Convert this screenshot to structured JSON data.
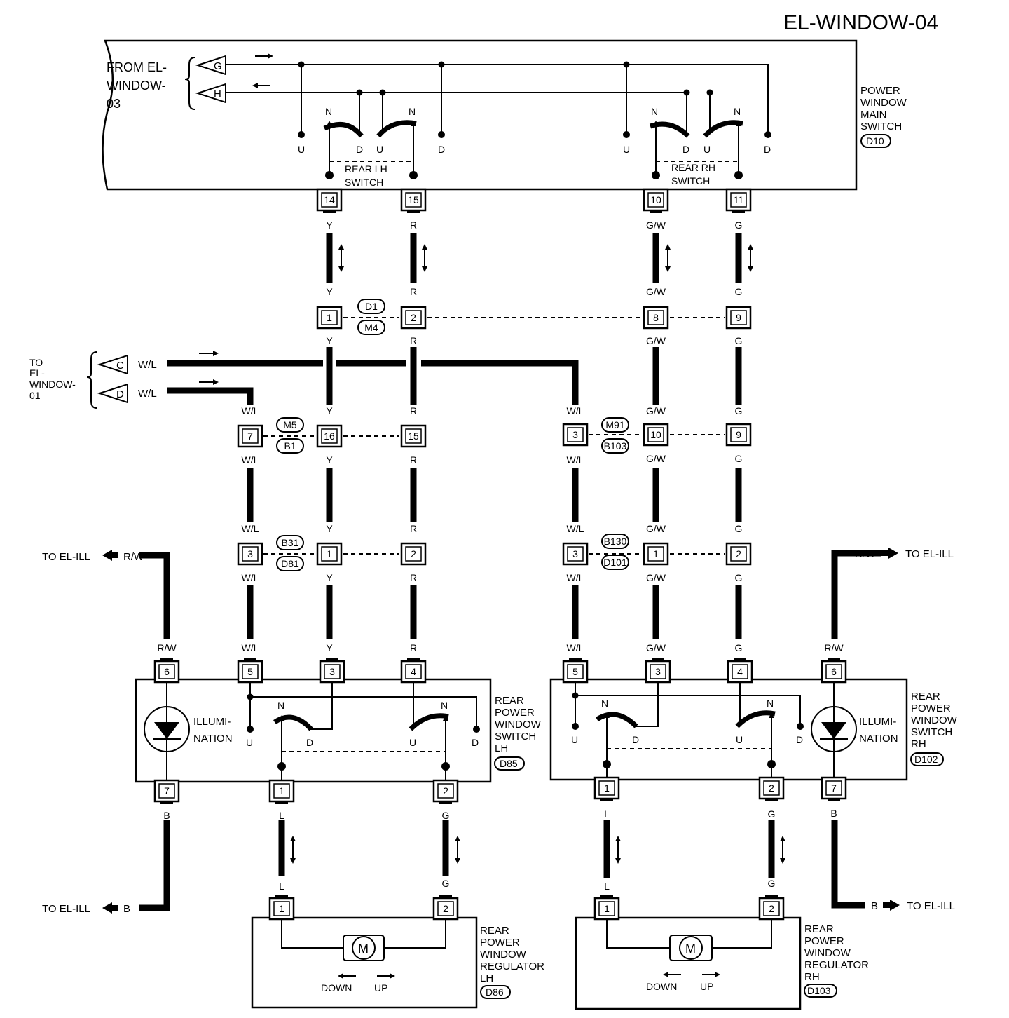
{
  "title": "EL-WINDOW-04",
  "main_switch": {
    "from_label": [
      "FROM EL-",
      "WINDOW-",
      "03"
    ],
    "terminals": [
      "G",
      "H"
    ],
    "name": [
      "POWER",
      "WINDOW",
      "MAIN",
      "SWITCH"
    ],
    "connector": "D10",
    "left_switch_label": [
      "REAR LH",
      "SWITCH"
    ],
    "right_switch_label": [
      "REAR RH",
      "SWITCH"
    ],
    "pins": [
      "14",
      "15",
      "10",
      "11"
    ]
  },
  "switch_positions": {
    "neutral": "N",
    "up": "U",
    "down": "D"
  },
  "wire_colors": {
    "yellow": "Y",
    "red": "R",
    "green_white": "G/W",
    "green": "G",
    "white_blue": "W/L",
    "red_white": "R/W",
    "black": "B",
    "blue": "L"
  },
  "to_window01": {
    "label": [
      "TO",
      "EL-",
      "WINDOW-",
      "01"
    ],
    "terminals": [
      "C",
      "D"
    ],
    "wire": "W/L"
  },
  "joint_connectors": {
    "d1_m4": {
      "top": "D1",
      "bottom": "M4",
      "pins": [
        "1",
        "2",
        "8",
        "9"
      ]
    },
    "m5_b1": {
      "top": "M5",
      "bottom": "B1",
      "pins": [
        "7",
        "16",
        "15"
      ]
    },
    "m91_b103": {
      "top": "M91",
      "bottom": "B103",
      "pins": [
        "3",
        "10",
        "9"
      ]
    },
    "b31_d81": {
      "top": "B31",
      "bottom": "D81",
      "pins": [
        "3",
        "1",
        "2"
      ]
    },
    "b130_d101": {
      "top": "B130",
      "bottom": "D101",
      "pins": [
        "3",
        "1",
        "2"
      ]
    }
  },
  "ill": {
    "to_label": "TO EL-ILL",
    "rw": "R/W",
    "b": "B"
  },
  "rear_switch_lh": {
    "name": [
      "REAR",
      "POWER",
      "WINDOW",
      "SWITCH",
      "LH"
    ],
    "connector": "D85",
    "top_pins": [
      "6",
      "5",
      "3",
      "4"
    ],
    "bottom_pins": [
      "7",
      "1",
      "2"
    ],
    "illum": [
      "ILLUMI-",
      "NATION"
    ]
  },
  "rear_switch_rh": {
    "name": [
      "REAR",
      "POWER",
      "WINDOW",
      "SWITCH",
      "RH"
    ],
    "connector": "D102",
    "top_pins": [
      "5",
      "3",
      "4",
      "6"
    ],
    "bottom_pins": [
      "1",
      "2",
      "7"
    ],
    "illum": [
      "ILLUMI-",
      "NATION"
    ]
  },
  "regulator_lh": {
    "name": [
      "REAR",
      "POWER",
      "WINDOW",
      "REGULATOR",
      "LH"
    ],
    "connector": "D86",
    "pins": [
      "1",
      "2"
    ]
  },
  "regulator_rh": {
    "name": [
      "REAR",
      "POWER",
      "WINDOW",
      "REGULATOR",
      "RH"
    ],
    "connector": "D103",
    "pins": [
      "1",
      "2"
    ]
  },
  "motor": {
    "symbol": "M",
    "down": "DOWN",
    "up": "UP"
  }
}
